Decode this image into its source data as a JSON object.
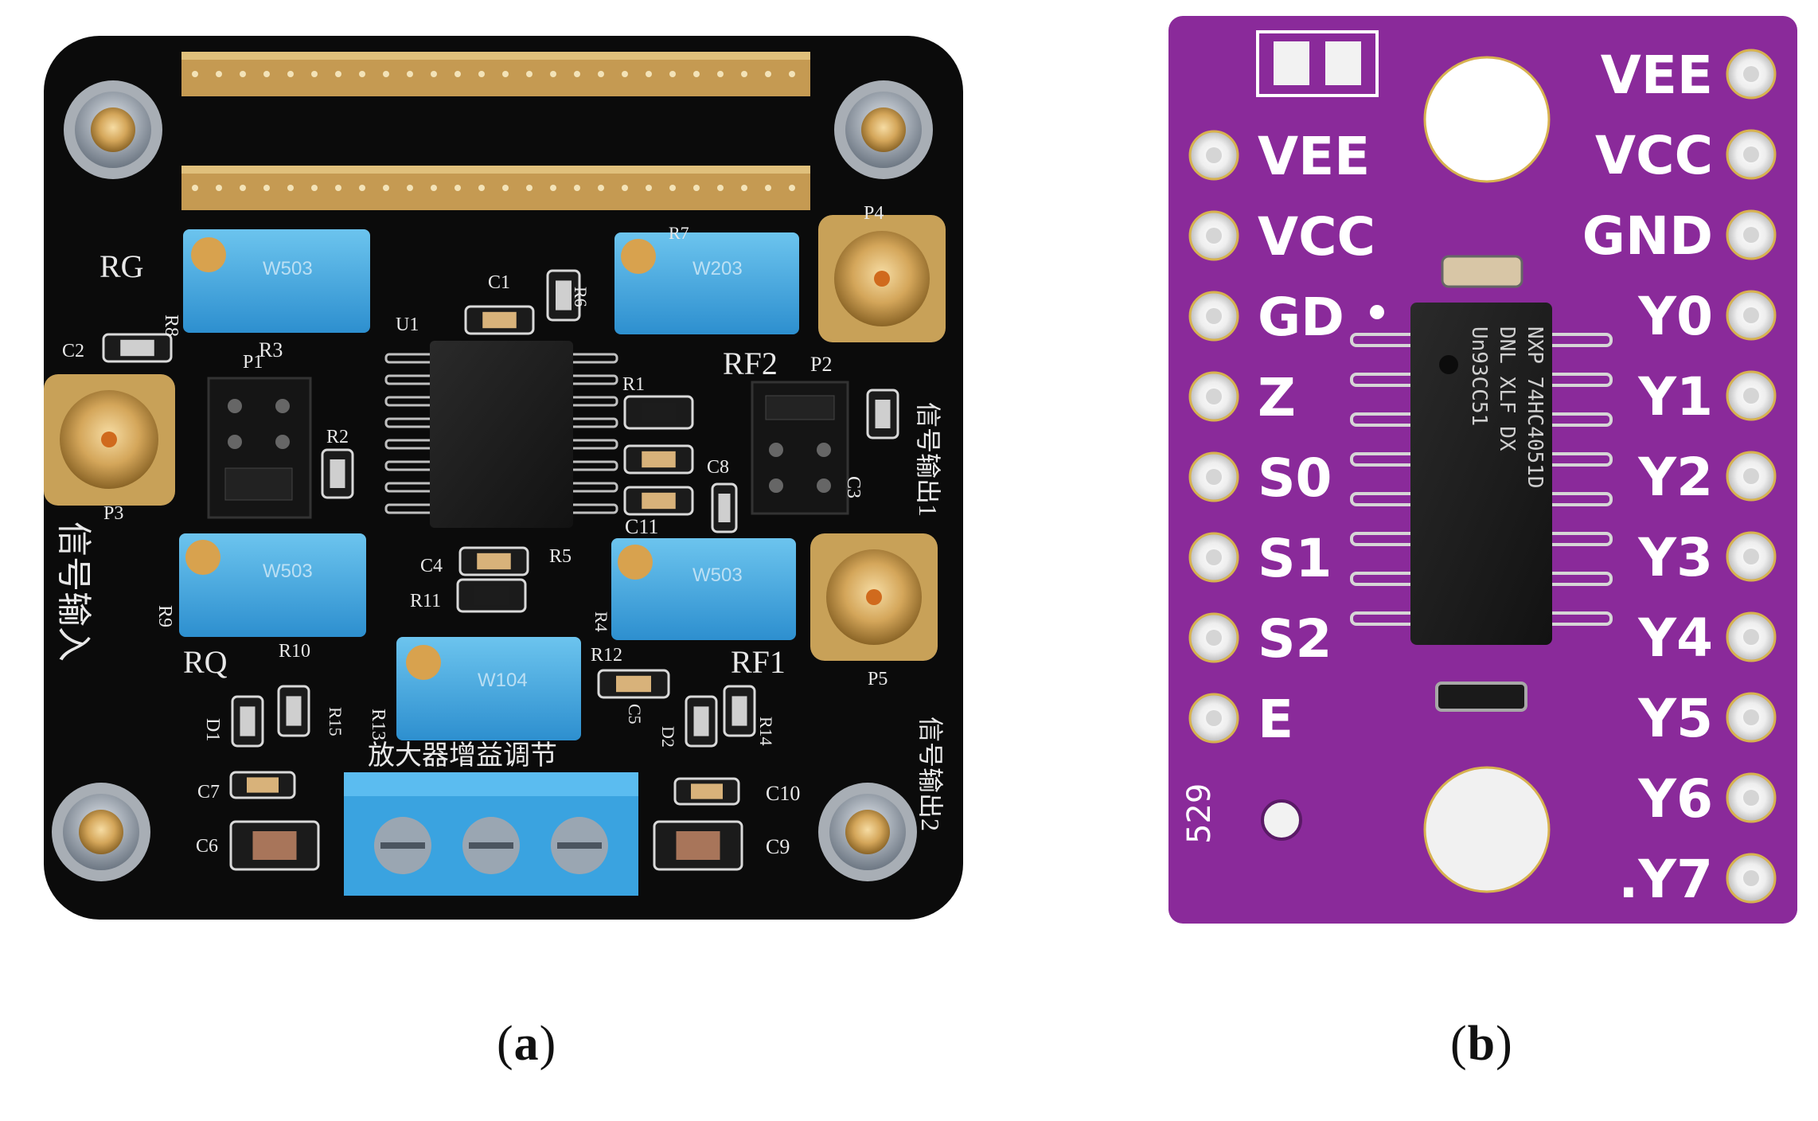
{
  "panels": {
    "a": {
      "caption_open": "(",
      "caption_letter": "a",
      "caption_close": ")",
      "board": {
        "color": "#0b0b0b",
        "silk_color": "#e8e8e8",
        "labels": {
          "RG": "RG",
          "R3": "R3",
          "R8": "R8",
          "C2": "C2",
          "P1": "P1",
          "R2": "R2",
          "P3": "P3",
          "input_cn": "信号输入",
          "U1": "U1",
          "C1": "C1",
          "R6": "R6",
          "R7": "R7",
          "P4": "P4",
          "RF2": "RF2",
          "P2": "P2",
          "R1": "R1",
          "C8": "C8",
          "C11": "C11",
          "C3": "C3",
          "out1_cn": "信号输出1",
          "R9": "R9",
          "RQ": "RQ",
          "R10": "R10",
          "C4": "C4",
          "R5": "R5",
          "R11": "R11",
          "R4": "R4",
          "RF1": "RF1",
          "P5": "P5",
          "out2_cn": "信号输出2",
          "R13": "R13",
          "R12": "R12",
          "C5": "C5",
          "D1": "D1",
          "R15": "R15",
          "D2": "D2",
          "R14": "R14",
          "gain_cn": "放大器增益调节",
          "C7": "C7",
          "C10": "C10",
          "C6": "C6",
          "C9": "C9",
          "pot_top_left": "W503",
          "pot_top_right": "W203",
          "pot_mid_left": "W503",
          "pot_mid_right": "W503",
          "pot_bottom": "W104"
        }
      }
    },
    "b": {
      "caption_open": "(",
      "caption_letter": "b",
      "caption_close": ")",
      "board": {
        "color": "#8a2a9a",
        "silk_color": "#ffffff",
        "left_pins": [
          "VEE",
          "VCC",
          "GD",
          "Z",
          "S0",
          "S1",
          "S2",
          "E"
        ],
        "right_pins": [
          "VEE",
          "VCC",
          "GND",
          "Y0",
          "Y1",
          "Y2",
          "Y3",
          "Y4",
          "Y5",
          "Y6",
          ".Y7"
        ],
        "board_number": "529",
        "chip_lines": [
          "NXP 74HC4051D",
          "DNL XLF DX",
          "Un93CC51"
        ]
      }
    }
  }
}
